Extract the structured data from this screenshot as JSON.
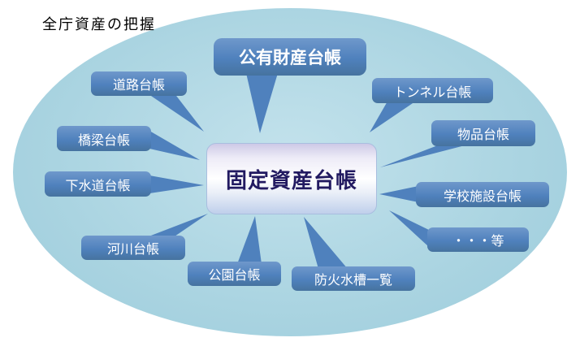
{
  "title": "全庁資産の把握",
  "center": {
    "label": "固定資産台帳"
  },
  "nodes": [
    {
      "label": "公有財産台帳"
    },
    {
      "label": "道路台帳"
    },
    {
      "label": "トンネル台帳"
    },
    {
      "label": "橋梁台帳"
    },
    {
      "label": "物品台帳"
    },
    {
      "label": "下水道台帳"
    },
    {
      "label": "学校施設台帳"
    },
    {
      "label": "河川台帳"
    },
    {
      "label": "・・・等"
    },
    {
      "label": "公園台帳"
    },
    {
      "label": "防火水槽一覧"
    }
  ],
  "colors": {
    "bubble_blue": "#4f81bd",
    "ellipse_light_blue": "#aad4e1",
    "center_text_navy": "#221a61",
    "bubble_text": "#ffffff"
  }
}
